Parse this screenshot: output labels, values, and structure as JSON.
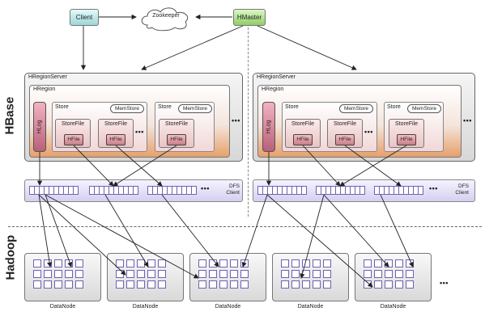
{
  "labels": {
    "hbase": "HBase",
    "hadoop": "Hadoop"
  },
  "top": {
    "client": "Client",
    "zookeeper": "Zookeeper",
    "hmaster": "HMaster"
  },
  "server": {
    "title": "HRegionServer",
    "region_title": "HRegion",
    "hlog": "HLog",
    "store": "Store",
    "memstore": "MemStore",
    "storefile": "StoreFile",
    "hfile": "HFile",
    "more": "•••"
  },
  "dfs": {
    "line1": "DFS",
    "line2": "Client"
  },
  "datanode": {
    "label": "DataNode",
    "more": "•••"
  }
}
